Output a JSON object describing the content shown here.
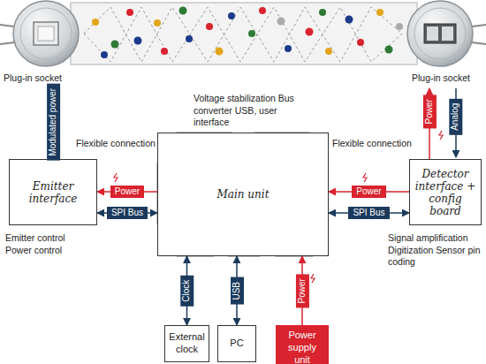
{
  "diagram": {
    "nodes": [
      {
        "text": [
          "Emitter interface",
          "Emitter control Power control"
        ]
      },
      {
        "text": [
          "Voltage stabilization Bus converter USB, user interface",
          "Main unit"
        ]
      },
      {
        "text": [
          "Detector interface + config board",
          "Signal amplification Digitization Sensor pin coding"
        ]
      },
      {
        "text": [
          "External clock"
        ]
      },
      {
        "text": [
          "PC"
        ]
      },
      {
        "text": [
          "Power supply unit"
        ]
      }
    ],
    "edges": [
      {
        "from": 1,
        "to": 0,
        "label": "Power",
        "arrow": "to"
      },
      {
        "from": 0,
        "to": 1,
        "label": "SPI Bus",
        "arrow": "both"
      },
      {
        "from": 2,
        "to": 1,
        "label": "Power",
        "arrow": "to"
      },
      {
        "from": 1,
        "to": 2,
        "label": "SPI Bus",
        "arrow": "both"
      },
      {
        "from": 3,
        "to": 1,
        "label": "Clock",
        "arrow": "both"
      },
      {
        "from": 4,
        "to": 1,
        "label": "USB",
        "arrow": "both"
      },
      {
        "from": 5,
        "to": 1,
        "label": "Power",
        "arrow": "to"
      }
    ],
    "labels": [
      "Plug-in socket",
      "Plug-in socket",
      "Modulated power",
      "Power",
      "Analog",
      "Flexible connection",
      "Flexible connection"
    ]
  }
}
